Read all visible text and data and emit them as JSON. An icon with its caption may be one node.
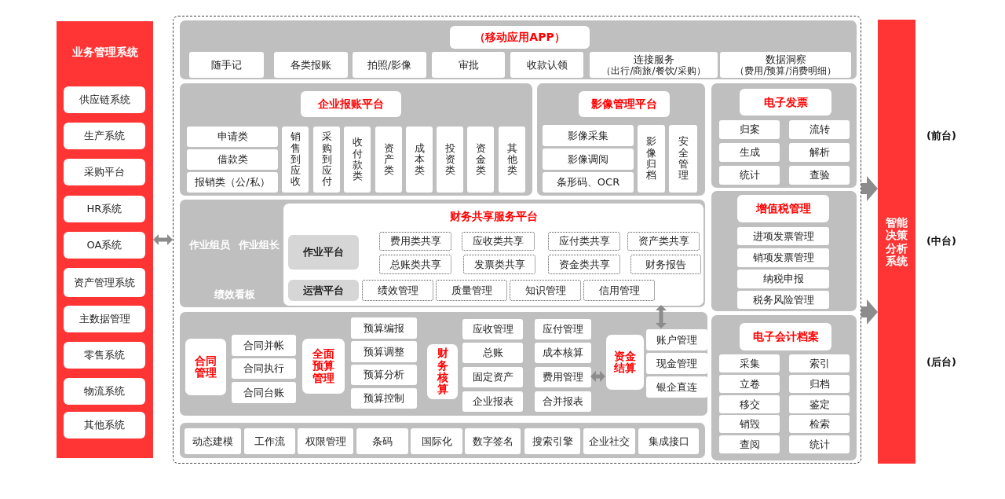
{
  "diagram": {
    "nodes": [
      {
        "text": [
          "业务管理系统"
        ]
      },
      {
        "text": [
          "供应链系统"
        ],
        "in": 0
      },
      {
        "text": [
          "生产系统"
        ],
        "in": 0
      },
      {
        "text": [
          "采购平台"
        ],
        "in": 0
      },
      {
        "text": [
          "HR系统"
        ],
        "in": 0
      },
      {
        "text": [
          "OA系统"
        ],
        "in": 0
      },
      {
        "text": [
          "资产管理系统"
        ],
        "in": 0
      },
      {
        "text": [
          "主数据管理"
        ],
        "in": 0
      },
      {
        "text": [
          "零售系统"
        ],
        "in": 0
      },
      {
        "text": [
          "物流系统"
        ],
        "in": 0
      },
      {
        "text": [
          "其他系统"
        ],
        "in": 0
      },
      {
        "text": [],
        "shape": "box"
      },
      {
        "text": [],
        "shape": "box",
        "in": 11
      },
      {
        "text": [
          "（移动应用APP）"
        ],
        "in": 12
      },
      {
        "text": [
          "随手记"
        ],
        "in": 12
      },
      {
        "text": [
          "各类报账"
        ],
        "in": 12
      },
      {
        "text": [
          "拍照/影像"
        ],
        "in": 12
      },
      {
        "text": [
          "审批"
        ],
        "in": 12
      },
      {
        "text": [
          "收款认领"
        ],
        "in": 12
      },
      {
        "text": [
          "连接服务",
          "（出行/商旅/餐饮/采购）"
        ],
        "in": 12
      },
      {
        "text": [
          "数据洞察",
          "（费用/预算/消费明细）"
        ],
        "in": 12
      },
      {
        "text": [],
        "shape": "box",
        "in": 11
      },
      {
        "text": [
          "企业报账平台"
        ],
        "in": 21
      },
      {
        "text": [
          "申请类"
        ],
        "in": 21
      },
      {
        "text": [
          "借款类"
        ],
        "in": 21
      },
      {
        "text": [
          "报销类（公/私）"
        ],
        "in": 21
      },
      {
        "text": [
          "销售到应收"
        ],
        "in": 21
      },
      {
        "text": [
          "采购到应付"
        ],
        "in": 21
      },
      {
        "text": [
          "收付款类"
        ],
        "in": 21
      },
      {
        "text": [
          "资产类"
        ],
        "in": 21
      },
      {
        "text": [
          "成本类"
        ],
        "in": 21
      },
      {
        "text": [
          "投资类"
        ],
        "in": 21
      },
      {
        "text": [
          "资金类"
        ],
        "in": 21
      },
      {
        "text": [
          "其他类"
        ],
        "in": 21
      },
      {
        "text": [],
        "shape": "box",
        "in": 11
      },
      {
        "text": [
          "影像管理平台"
        ],
        "in": 34
      },
      {
        "text": [
          "影像采集"
        ],
        "in": 34
      },
      {
        "text": [
          "影像调阅"
        ],
        "in": 34
      },
      {
        "text": [
          "条形码、OCR"
        ],
        "in": 34
      },
      {
        "text": [
          "影像归档"
        ],
        "in": 34
      },
      {
        "text": [
          "安全管理"
        ],
        "in": 34
      },
      {
        "text": [],
        "shape": "box",
        "in": 11
      },
      {
        "text": [
          "电子发票"
        ],
        "in": 41
      },
      {
        "text": [
          "归案"
        ],
        "in": 41
      },
      {
        "text": [
          "流转"
        ],
        "in": 41
      },
      {
        "text": [
          "生成"
        ],
        "in": 41
      },
      {
        "text": [
          "解析"
        ],
        "in": 41
      },
      {
        "text": [
          "统计"
        ],
        "in": 41
      },
      {
        "text": [
          "查验"
        ],
        "in": 41
      },
      {
        "text": [
          "作业组员",
          "作业组长",
          "绩效看板"
        ],
        "in": 11
      },
      {
        "text": [
          "财务共享服务平台"
        ],
        "in": 49
      },
      {
        "text": [
          "作业平台"
        ],
        "in": 50
      },
      {
        "text": [
          "费用类共享"
        ],
        "in": 50
      },
      {
        "text": [
          "应收类共享"
        ],
        "in": 50
      },
      {
        "text": [
          "应付类共享"
        ],
        "in": 50
      },
      {
        "text": [
          "资产类共享"
        ],
        "in": 50
      },
      {
        "text": [
          "总账类共享"
        ],
        "in": 50
      },
      {
        "text": [
          "发票类共享"
        ],
        "in": 50
      },
      {
        "text": [
          "资金类共享"
        ],
        "in": 50
      },
      {
        "text": [
          "财务报告"
        ],
        "in": 50
      },
      {
        "text": [
          "运营平台"
        ],
        "in": 50
      },
      {
        "text": [
          "绩效管理"
        ],
        "in": 50
      },
      {
        "text": [
          "质量管理"
        ],
        "in": 50
      },
      {
        "text": [
          "知识管理"
        ],
        "in": 50
      },
      {
        "text": [
          "信用管理"
        ],
        "in": 50
      },
      {
        "text": [],
        "shape": "box",
        "in": 11
      },
      {
        "text": [
          "增值税管理"
        ],
        "in": 65
      },
      {
        "text": [
          "进项发票管理"
        ],
        "in": 65
      },
      {
        "text": [
          "销项发票管理"
        ],
        "in": 65
      },
      {
        "text": [
          "纳税申报"
        ],
        "in": 65
      },
      {
        "text": [
          "税务风险管理"
        ],
        "in": 65
      },
      {
        "text": [],
        "shape": "box",
        "in": 11
      },
      {
        "text": [
          "合同管理"
        ],
        "in": 71
      },
      {
        "text": [
          "合同并帐"
        ],
        "in": 71
      },
      {
        "text": [
          "合同执行"
        ],
        "in": 71
      },
      {
        "text": [
          "合同台账"
        ],
        "in": 71
      },
      {
        "text": [
          "全面预算管理"
        ],
        "in": 71
      },
      {
        "text": [
          "预算编报"
        ],
        "in": 71
      },
      {
        "text": [
          "预算调整"
        ],
        "in": 71
      },
      {
        "text": [
          "预算分析"
        ],
        "in": 71
      },
      {
        "text": [
          "预算控制"
        ],
        "in": 71
      },
      {
        "text": [
          "财务核算"
        ],
        "in": 71
      },
      {
        "text": [
          "应收管理"
        ],
        "in": 71
      },
      {
        "text": [
          "总账"
        ],
        "in": 71
      },
      {
        "text": [
          "固定资产"
        ],
        "in": 71
      },
      {
        "text": [
          "企业报表"
        ],
        "in": 71
      },
      {
        "text": [
          "应付管理"
        ],
        "in": 71
      },
      {
        "text": [
          "成本核算"
        ],
        "in": 71
      },
      {
        "text": [
          "费用管理"
        ],
        "in": 71
      },
      {
        "text": [
          "合并报表"
        ],
        "in": 71
      },
      {
        "text": [
          "资金结算"
        ],
        "in": 71
      },
      {
        "text": [
          "账户管理"
        ],
        "in": 71
      },
      {
        "text": [
          "现金管理"
        ],
        "in": 71
      },
      {
        "text": [
          "银企直连"
        ],
        "in": 71
      },
      {
        "text": [],
        "shape": "box",
        "in": 11
      },
      {
        "text": [
          "电子会计档案"
        ],
        "in": 94
      },
      {
        "text": [
          "采集"
        ],
        "in": 94
      },
      {
        "text": [
          "索引"
        ],
        "in": 94
      },
      {
        "text": [
          "立卷"
        ],
        "in": 94
      },
      {
        "text": [
          "归档"
        ],
        "in": 94
      },
      {
        "text": [
          "移交"
        ],
        "in": 94
      },
      {
        "text": [
          "鉴定"
        ],
        "in": 94
      },
      {
        "text": [
          "销毁"
        ],
        "in": 94
      },
      {
        "text": [
          "检索"
        ],
        "in": 94
      },
      {
        "text": [
          "查阅"
        ],
        "in": 94
      },
      {
        "text": [
          "统计"
        ],
        "in": 94
      },
      {
        "text": [],
        "shape": "box",
        "in": 11
      },
      {
        "text": [
          "动态建模"
        ],
        "in": 106
      },
      {
        "text": [
          "工作流"
        ],
        "in": 106
      },
      {
        "text": [
          "权限管理"
        ],
        "in": 106
      },
      {
        "text": [
          "条码"
        ],
        "in": 106
      },
      {
        "text": [
          "国际化"
        ],
        "in": 106
      },
      {
        "text": [
          "数字签名"
        ],
        "in": 106
      },
      {
        "text": [
          "搜索引擎"
        ],
        "in": 106
      },
      {
        "text": [
          "企业社交"
        ],
        "in": 106
      },
      {
        "text": [
          "集成接口"
        ],
        "in": 106
      },
      {
        "text": [
          "智能决策分析系统"
        ]
      }
    ],
    "edges": [
      {
        "from": 0,
        "to": 11,
        "arrow": "both"
      },
      {
        "from": 50,
        "to": 91,
        "arrow": "both"
      },
      {
        "from": 88,
        "to": 90,
        "arrow": "both"
      },
      {
        "from": 11,
        "to": 116,
        "arrow": "to",
        "style": "thick"
      },
      {
        "from": 11,
        "to": 116,
        "arrow": "to",
        "style": "thick"
      }
    ],
    "labels": [
      "(前台)",
      "(中台)",
      "(后台)"
    ]
  }
}
